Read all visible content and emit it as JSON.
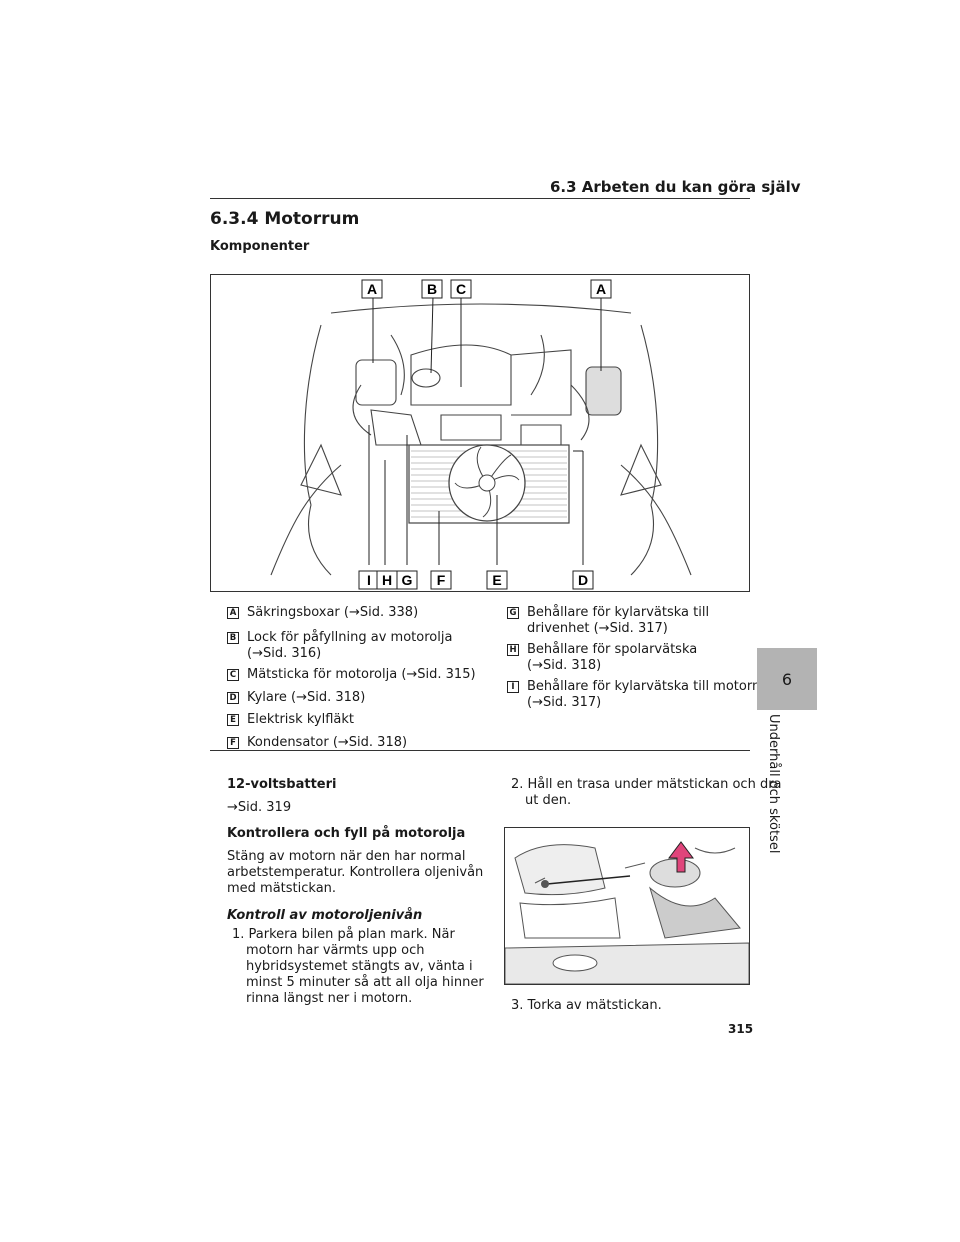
{
  "header": {
    "section": "6.3 Arbeten du kan göra själv"
  },
  "title": "6.3.4  Motorrum",
  "subtitle": "Komponenter",
  "figure_labels": {
    "A": "A",
    "B": "B",
    "C": "C",
    "D": "D",
    "E": "E",
    "F": "F",
    "G": "G",
    "H": "H",
    "I": "I"
  },
  "legend": [
    {
      "key": "A",
      "line1": "Säkringsboxar (→Sid. 338)",
      "line2": ""
    },
    {
      "key": "B",
      "line1": "Lock för påfyllning av motorolja",
      "line2": "(→Sid. 316)"
    },
    {
      "key": "C",
      "line1": "Mätsticka för motorolja (→Sid. 315)",
      "line2": ""
    },
    {
      "key": "D",
      "line1": "Kylare (→Sid. 318)",
      "line2": ""
    },
    {
      "key": "E",
      "line1": "Elektrisk kylfläkt",
      "line2": ""
    },
    {
      "key": "F",
      "line1": "Kondensator (→Sid. 318)",
      "line2": ""
    },
    {
      "key": "G",
      "line1": "Behållare för kylarvätska till",
      "line2": "drivenhet (→Sid. 317)"
    },
    {
      "key": "H",
      "line1": "Behållare för spolarvätska",
      "line2": "(→Sid. 318)"
    },
    {
      "key": "I",
      "line1": "Behållare för kylarvätska till motorn",
      "line2": "(→Sid. 317)"
    }
  ],
  "battery": {
    "heading": "12-voltsbatteri",
    "ref": "→Sid. 319"
  },
  "oil": {
    "heading": "Kontrollera och fyll på motorolja",
    "intro": [
      "Stäng av motorn när den har normal",
      "arbetstemperatur. Kontrollera oljenivån",
      "med mätstickan."
    ],
    "subheading": "Kontroll av motoroljenivån",
    "step1": [
      "1. Parkera bilen på plan mark. När",
      "motorn har värmts upp och",
      "hybridsystemet stängts av, vänta i",
      "minst 5 minuter så att all olja hinner",
      "rinna längst ner i motorn."
    ],
    "step2": [
      "2. Håll en trasa under mätstickan och dra",
      "ut den."
    ],
    "step3": "3. Torka av mätstickan."
  },
  "side_tab": {
    "number": "6",
    "text": "Underhåll och skötsel"
  },
  "page_number": "315",
  "colors": {
    "tab": "#b3b3b3",
    "arrow": "#e0457b"
  }
}
